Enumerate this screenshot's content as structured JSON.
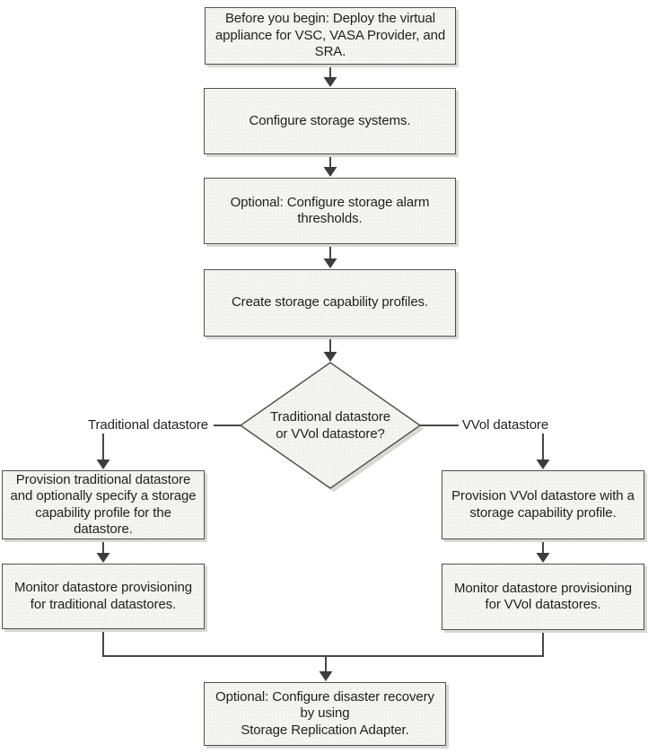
{
  "flow": {
    "nodes": {
      "begin": {
        "text": "Before you begin: Deploy the virtual\nappliance for VSC, VASA Provider, and\nSRA."
      },
      "configure_storage": {
        "text": "Configure storage systems."
      },
      "alarm_thresholds": {
        "text": "Optional: Configure storage alarm\nthresholds."
      },
      "capability_profiles": {
        "text": "Create storage capability profiles."
      },
      "decision": {
        "text": "Traditional datastore\nor VVol datastore?"
      },
      "provision_traditional": {
        "text": "Provision traditional datastore\nand optionally specify a storage\ncapability profile for the\ndatastore."
      },
      "monitor_traditional": {
        "text": "Monitor datastore provisioning\nfor traditional datastores."
      },
      "provision_vvol": {
        "text": "Provision VVol datastore with a\nstorage capability profile."
      },
      "monitor_vvol": {
        "text": "Monitor datastore provisioning\nfor VVol datastores."
      },
      "disaster_recovery": {
        "text": "Optional: Configure disaster recovery\nby using\nStorage Replication Adapter."
      }
    },
    "branch_labels": {
      "traditional": "Traditional datastore",
      "vvol": "VVol datastore"
    }
  },
  "colors": {
    "canvas_background": "#ffffff",
    "node_fill": "#f4f4f2",
    "node_dot": "#e3e3df",
    "node_border": "#4f4f4f",
    "connector": "#474747",
    "arrowhead": "#3d3d3d",
    "shadow": "#d8d8d6",
    "text": "#1f1f1f"
  }
}
